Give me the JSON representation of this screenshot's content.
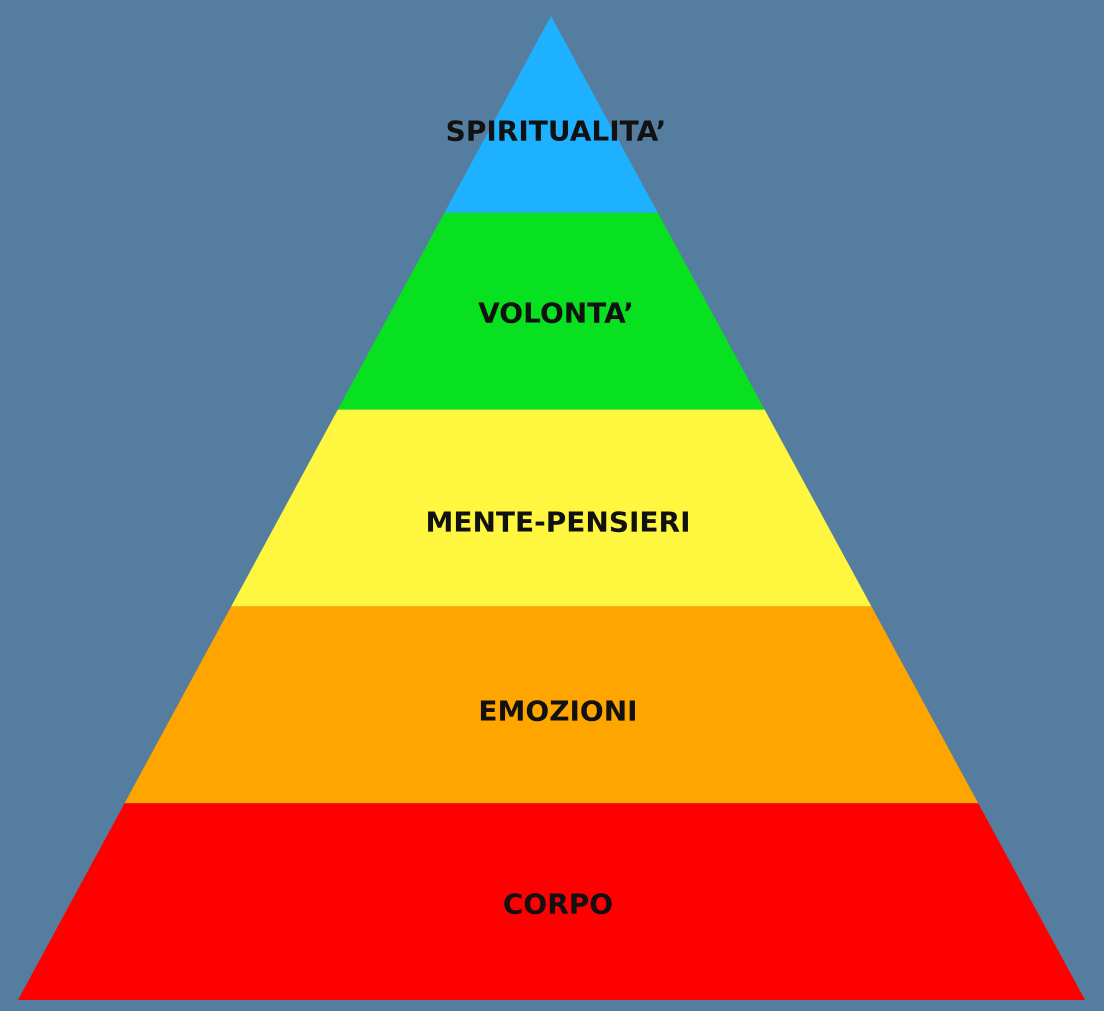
{
  "diagram": {
    "type": "pyramid",
    "background_color": "#557d9f",
    "levels": [
      {
        "label": "SPIRITUALITA’",
        "color": "#1eb1ff"
      },
      {
        "label": "VOLONTA’",
        "color": "#08e11f"
      },
      {
        "label": "MENTE-PENSIERI",
        "color": "#fff640"
      },
      {
        "label": "EMOZIONI",
        "color": "#fea500"
      },
      {
        "label": "CORPO",
        "color": "#ff0000"
      }
    ]
  }
}
